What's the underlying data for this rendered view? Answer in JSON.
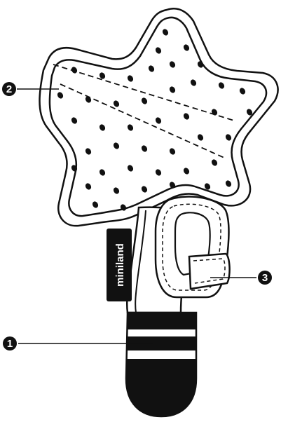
{
  "brand_label": "miniland",
  "callouts": [
    {
      "number": "1",
      "part": "handle-with-stripes"
    },
    {
      "number": "2",
      "part": "star-plush"
    },
    {
      "number": "3",
      "part": "velcro-strap"
    }
  ],
  "colors": {
    "ink": "#111111",
    "paper": "#ffffff"
  }
}
